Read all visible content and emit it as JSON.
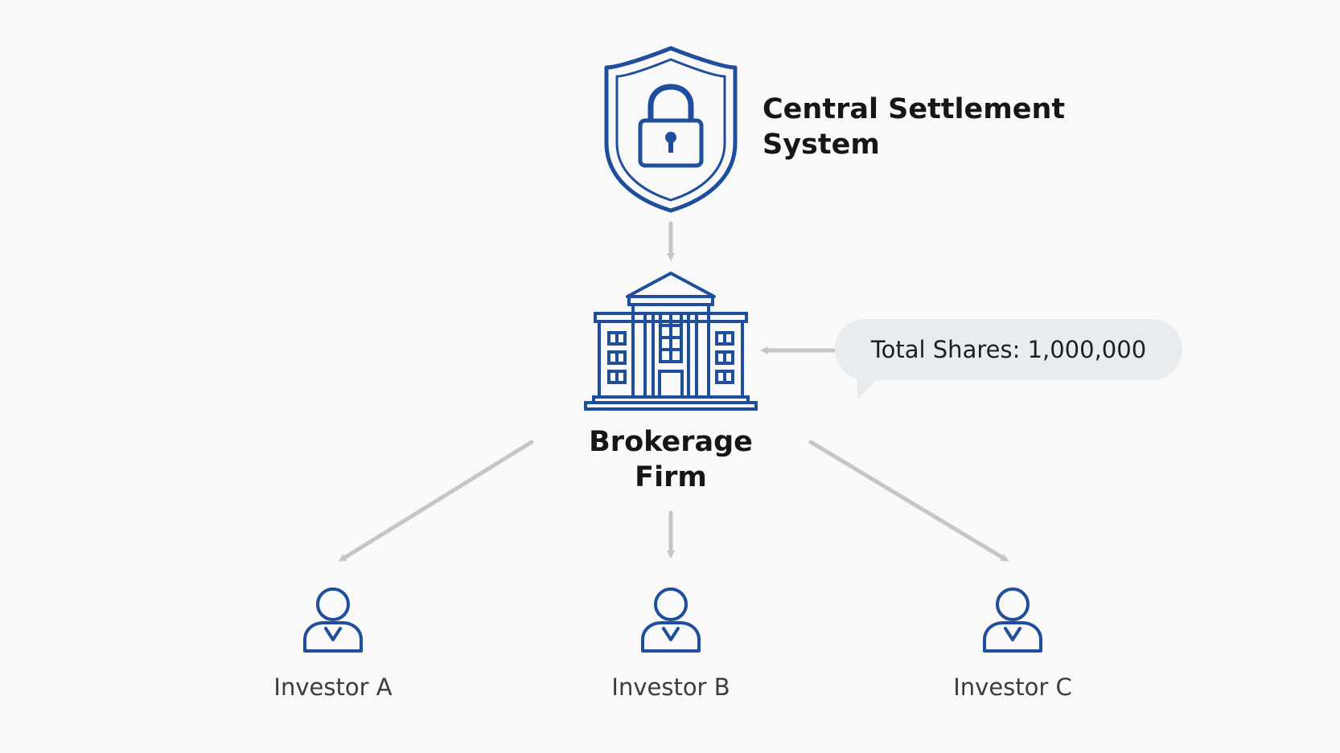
{
  "nodes": {
    "central": {
      "lines": [
        "Central Settlement",
        "System"
      ]
    },
    "brokerage": {
      "lines": [
        "Brokerage",
        "Firm"
      ]
    },
    "investors": [
      {
        "label": "Investor A"
      },
      {
        "label": "Investor B"
      },
      {
        "label": "Investor C"
      }
    ]
  },
  "callout": {
    "text": "Total Shares: 1,000,000"
  },
  "colors": {
    "icon_blue": "#1f4e9c",
    "arrow_gray": "#c4c7c9",
    "bubble_bg": "#e8ecef",
    "background": "#f8f9f8"
  },
  "icons": {
    "central": "shield-lock-icon",
    "brokerage": "bank-building-icon",
    "investor": "person-icon"
  }
}
